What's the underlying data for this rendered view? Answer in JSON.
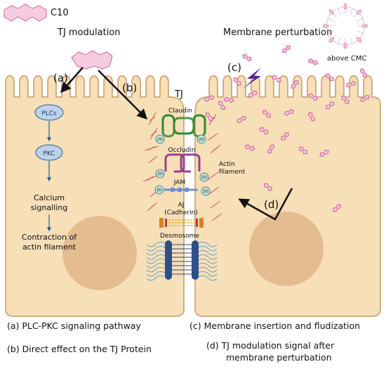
{
  "legend_top": {
    "molecule_label": "C10"
  },
  "headers": {
    "left": "TJ modulation",
    "right": "Membrane perturbation",
    "micelle_label": "above CMC"
  },
  "path_labels": {
    "a": "(a)",
    "b": "(b)",
    "c": "(c)",
    "d": "(d)"
  },
  "signaling": {
    "plcs": "PLCs",
    "pkc": "PKC",
    "calcium_line1": "Calcium",
    "calcium_line2": "signalling",
    "contraction_line1": "Contraction of",
    "contraction_line2": "actin filament"
  },
  "junction": {
    "tj_label": "TJ",
    "claudin": "Claudin",
    "occludin": "Occludin",
    "jam": "JAM",
    "aj_line1": "AJ",
    "aj_line2": "(Cadherin)",
    "desmosome": "Desmosome",
    "actin_line1": "Actin",
    "actin_line2": "filament",
    "zo": "ZO"
  },
  "captions": {
    "a": "(a) PLC-PKC signaling pathway",
    "b": "(b) Direct effect on the TJ Protein",
    "c": "(c) Membrane insertion and fludization",
    "d_line1": "(d) TJ modulation signal after",
    "d_line2": "membrane perturbation"
  },
  "colors": {
    "cell_fill": "#f7dfb8",
    "cell_stroke": "#c99a63",
    "nucleus": "#e3bd8f",
    "molecule": "#e889b2",
    "claudin": "#2e8b2e",
    "occludin": "#9b3f8c",
    "jam": "#6d8fd6",
    "desmosome": "#2f4f8a",
    "actin": "#d06060",
    "signal_box": "#2b5b93",
    "lightning": "#5a2c91"
  }
}
